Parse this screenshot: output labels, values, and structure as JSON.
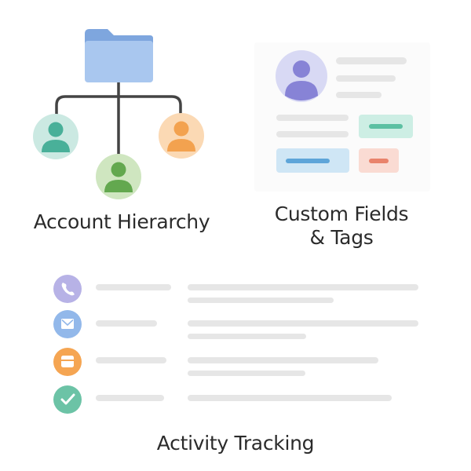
{
  "hierarchy": {
    "title": "Account Hierarchy",
    "icons": {
      "folder": "folder-icon",
      "nodes": [
        "user-icon-teal",
        "user-icon-orange",
        "user-icon-green"
      ]
    },
    "colors": {
      "folder": "#a9c7ef",
      "folder_tab": "#7ea6de",
      "connector": "#444444",
      "teal_bg": "#cbe9e2",
      "teal_fg": "#49b099",
      "orange_bg": "#fbd9b4",
      "orange_fg": "#f3a24f",
      "green_bg": "#cfe6c0",
      "green_fg": "#63a84f"
    }
  },
  "custom_fields": {
    "title_line1": "Custom Fields",
    "title_line2": "& Tags",
    "icons": {
      "avatar": "user-avatar-icon"
    },
    "colors": {
      "avatar_bg": "#d8d9f4",
      "avatar_fg": "#8783d6",
      "placeholder": "#e6e6e6",
      "tag_teal_bg": "#cdeee4",
      "tag_teal_fg": "#5cc0a2",
      "tag_blue_bg": "#cfe6f5",
      "tag_blue_fg": "#5ea5d9",
      "tag_red_bg": "#fadbd3",
      "tag_red_fg": "#e9836c"
    }
  },
  "activity": {
    "title": "Activity Tracking",
    "rows": [
      {
        "icon": "phone-icon",
        "bg": "#b7b2e6",
        "fg": "#ffffff"
      },
      {
        "icon": "mail-icon",
        "bg": "#92b8ea",
        "fg": "#ffffff"
      },
      {
        "icon": "calendar-icon",
        "bg": "#f5a552",
        "fg": "#ffffff"
      },
      {
        "icon": "check-icon",
        "bg": "#6cc3a6",
        "fg": "#ffffff"
      }
    ],
    "colors": {
      "placeholder": "#e6e6e6"
    }
  }
}
